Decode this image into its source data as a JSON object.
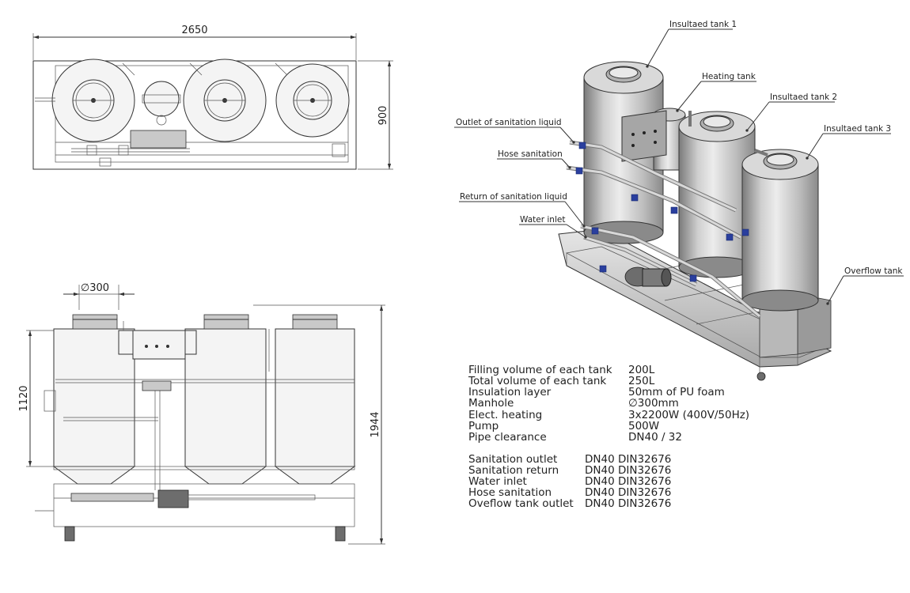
{
  "dimensions": {
    "top_width": "2650",
    "top_depth": "900",
    "manhole_diameter": "∅300",
    "tank_height": "1120",
    "total_height": "1944"
  },
  "callouts": {
    "tank1": "Insultaed tank 1",
    "heating_tank": "Heating tank",
    "tank2": "Insultaed tank 2",
    "tank3": "Insultaed tank 3",
    "sanitation_outlet": "Outlet of sanitation liquid",
    "hose_sanitation": "Hose sanitation",
    "sanitation_return": "Return of sanitation liquid",
    "water_inlet": "Water inlet",
    "overflow_tank": "Overflow tank"
  },
  "specs": [
    {
      "label": "Filling volume of each tank",
      "value": "200L"
    },
    {
      "label": "Total volume of each tank",
      "value": "250L"
    },
    {
      "label": "Insulation layer",
      "value": "50mm of PU foam"
    },
    {
      "label": "Manhole",
      "value": "∅300mm"
    },
    {
      "label": "Elect. heating",
      "value": "3x2200W (400V/50Hz)"
    },
    {
      "label": "Pump",
      "value": "500W"
    },
    {
      "label": "Pipe clearance",
      "value": "DN40 / 32"
    }
  ],
  "connections": [
    {
      "label": "Sanitation outlet",
      "value": "DN40 DIN32676"
    },
    {
      "label": "Sanitation return",
      "value": "DN40 DIN32676"
    },
    {
      "label": "Water inlet",
      "value": "DN40 DIN32676"
    },
    {
      "label": "Hose sanitation",
      "value": "DN40 DIN32676"
    },
    {
      "label": "Oveflow tank outlet",
      "value": "DN40 DIN32676"
    }
  ]
}
